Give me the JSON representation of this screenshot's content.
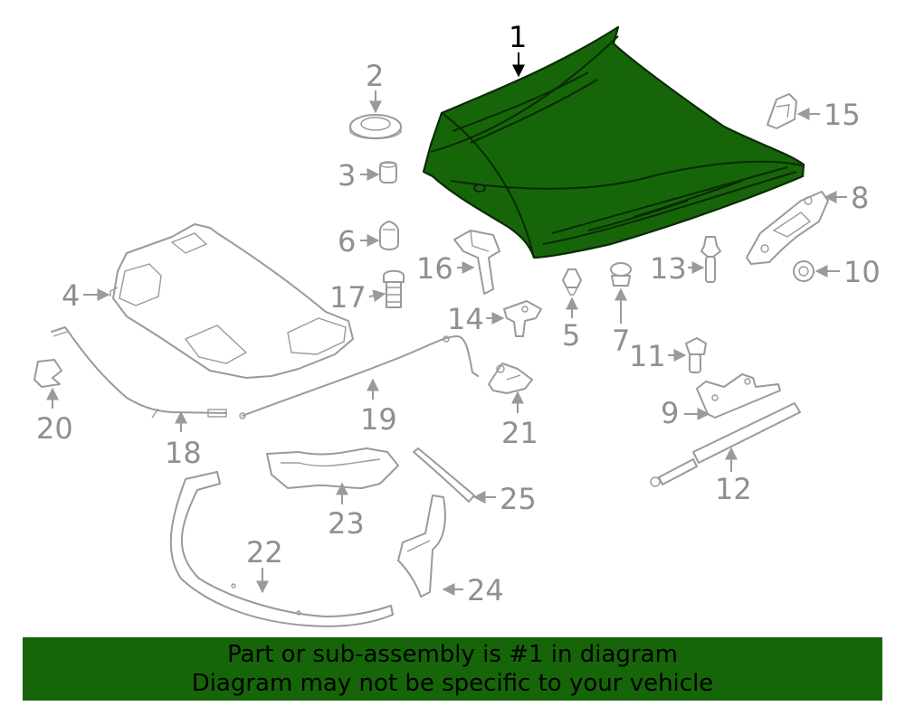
{
  "colors": {
    "highlight": "#166609",
    "outline": "#9a9a9a",
    "callout_text": "#8f8f8f"
  },
  "callouts": {
    "c1": "1",
    "c2": "2",
    "c3": "3",
    "c4": "4",
    "c5": "5",
    "c6": "6",
    "c7": "7",
    "c8": "8",
    "c9": "9",
    "c10": "10",
    "c11": "11",
    "c12": "12",
    "c13": "13",
    "c14": "14",
    "c15": "15",
    "c16": "16",
    "c17": "17",
    "c18": "18",
    "c19": "19",
    "c20": "20",
    "c21": "21",
    "c22": "22",
    "c23": "23",
    "c24": "24",
    "c25": "25"
  },
  "banner": {
    "line1": "Part or sub-assembly is #1 in diagram",
    "line2": "Diagram may not be specific to your vehicle"
  }
}
